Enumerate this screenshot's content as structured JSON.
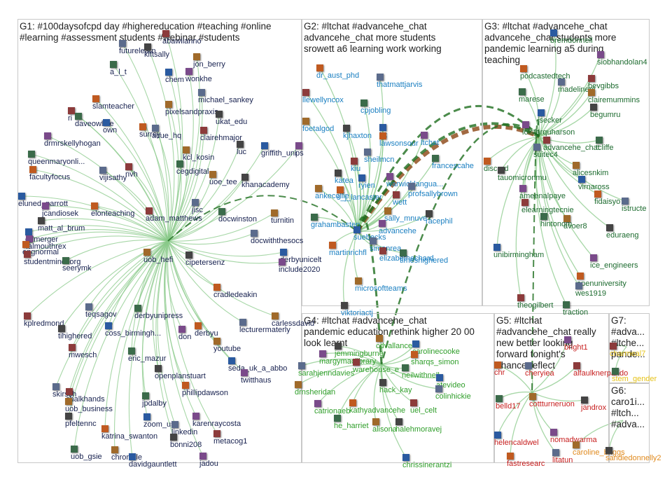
{
  "colors": {
    "g1": "#17214f",
    "g2": "#1a7fc1",
    "g3": "#1d6b2f",
    "g4": "#2f9e2a",
    "g5": "#c71f1f",
    "g6": "#e08a1e",
    "g7": "#e6c31a",
    "edge_light": "#8ac98a",
    "edge_dark": "#1e6e1e"
  },
  "groups": [
    {
      "id": "g1",
      "title": "G1: #100daysofcpd day #highereducation #teaching #online\n#learning #assessment students #webinar #students"
    },
    {
      "id": "g2",
      "title": "G2: #ltchat #advancehe_chat\nadvancehe_chat more students\nsrowett a6 learning work working"
    },
    {
      "id": "g3",
      "title": "G3: #ltchat #advancehe_chat\nadvancehe_chat students more\npandemic learning a5 during\nteaching"
    },
    {
      "id": "g4",
      "title": "G4: #ltchat #advancehe_chat\npandemic education rethink higher 20 00\nlook learnt"
    },
    {
      "id": "g5",
      "title": "G5: #ltchat\n#advancehe_chat really\nnew better looking\nforward tonight's\nchance reflect"
    },
    {
      "id": "g7",
      "title": "G7:\n#adva...\n#ltche...\npande..."
    },
    {
      "id": "g6",
      "title": "G6:\ncaro1i...\n#ltch...\n#adva..."
    }
  ],
  "nodes": [
    {
      "g": "g1",
      "label": "futurelearn"
    },
    {
      "g": "g1",
      "label": "abawiianno"
    },
    {
      "g": "g1",
      "label": "a_l_t"
    },
    {
      "g": "g1",
      "label": "jon_berry"
    },
    {
      "g": "g1",
      "label": "kiftsally"
    },
    {
      "g": "g1",
      "label": "chem"
    },
    {
      "g": "g1",
      "label": "wonkhe"
    },
    {
      "g": "g1",
      "label": "slamteacher"
    },
    {
      "g": "g1",
      "label": "michael_sankey"
    },
    {
      "g": "g1",
      "label": "ri"
    },
    {
      "g": "g1",
      "label": "daveowhite"
    },
    {
      "g": "g1",
      "label": "pixelsandpraxis"
    },
    {
      "g": "g1",
      "label": "ukat_edu"
    },
    {
      "g": "g1",
      "label": "own"
    },
    {
      "g": "g1",
      "label": "drmrskellyhogan"
    },
    {
      "g": "g1",
      "label": "surrey"
    },
    {
      "g": "g1",
      "label": "acue_hq"
    },
    {
      "g": "g1",
      "label": "clairehmajor"
    },
    {
      "g": "g1",
      "label": "queenmaryonli..."
    },
    {
      "g": "g1",
      "label": "kcl_kosin"
    },
    {
      "g": "g1",
      "label": "luc"
    },
    {
      "g": "g1",
      "label": "griffith_uni"
    },
    {
      "g": "g1",
      "label": "ps"
    },
    {
      "g": "g1",
      "label": "facultyfocus"
    },
    {
      "g": "g1",
      "label": "vijisathy"
    },
    {
      "g": "g1",
      "label": "nvh"
    },
    {
      "g": "g1",
      "label": "cegdigital"
    },
    {
      "g": "g1",
      "label": "uoe_tee"
    },
    {
      "g": "g1",
      "label": "khanacademy"
    },
    {
      "g": "g1",
      "label": "eluned_parrott"
    },
    {
      "g": "g1",
      "label": "jcandiosek"
    },
    {
      "g": "g1",
      "label": "elonteaching"
    },
    {
      "g": "g1",
      "label": "jisc"
    },
    {
      "g": "g1",
      "label": "adam_matthews"
    },
    {
      "g": "g1",
      "label": "docwinston"
    },
    {
      "g": "g1",
      "label": "turnitin"
    },
    {
      "g": "g1",
      "label": "matt_al_brum"
    },
    {
      "g": "g1",
      "label": "edmerger"
    },
    {
      "g": "g1",
      "label": "falmouthrex"
    },
    {
      "g": "g1",
      "label": "engnormal"
    },
    {
      "g": "g1",
      "label": "docwiththesocs"
    },
    {
      "g": "g1",
      "label": "studentmindsorg"
    },
    {
      "g": "g1",
      "label": "seerymk"
    },
    {
      "g": "g1",
      "label": "uob_hefi"
    },
    {
      "g": "g1",
      "label": "cipetersenz"
    },
    {
      "g": "g1",
      "label": "derbyunicelt"
    },
    {
      "g": "g1",
      "label": "include2020"
    },
    {
      "g": "g1",
      "label": "cradledeakin"
    },
    {
      "g": "g1",
      "label": "teqsagov"
    },
    {
      "g": "g1",
      "label": "kplredmond"
    },
    {
      "g": "g1",
      "label": "derbyunipress"
    },
    {
      "g": "g1",
      "label": "carlessdavid"
    },
    {
      "g": "g1",
      "label": "tihighered"
    },
    {
      "g": "g1",
      "label": "coss_birmingh..."
    },
    {
      "g": "g1",
      "label": "don"
    },
    {
      "g": "g1",
      "label": "derbyu"
    },
    {
      "g": "g1",
      "label": "lecturermaterly"
    },
    {
      "g": "g1",
      "label": "mwesch"
    },
    {
      "g": "g1",
      "label": "eric_mazur"
    },
    {
      "g": "g1",
      "label": "youtube"
    },
    {
      "g": "g1",
      "label": "openplanstuart"
    },
    {
      "g": "g1",
      "label": "seda_uk_a_abbo"
    },
    {
      "g": "g1",
      "label": "twitthaus"
    },
    {
      "g": "g1",
      "label": "phillipdawson"
    },
    {
      "g": "g1",
      "label": "skirsch"
    },
    {
      "g": "g1",
      "label": "chalkhands"
    },
    {
      "g": "g1",
      "label": "jpdalby"
    },
    {
      "g": "g1",
      "label": "uob_business"
    },
    {
      "g": "g1",
      "label": "pfeltennc"
    },
    {
      "g": "g1",
      "label": "zoom_us"
    },
    {
      "g": "g1",
      "label": "karenraycosta"
    },
    {
      "g": "g1",
      "label": "katrina_swanton"
    },
    {
      "g": "g1",
      "label": "linkedin"
    },
    {
      "g": "g1",
      "label": "metacog1"
    },
    {
      "g": "g1",
      "label": "uob_gsie"
    },
    {
      "g": "g1",
      "label": "chronicle"
    },
    {
      "g": "g1",
      "label": "bonni208"
    },
    {
      "g": "g1",
      "label": "davidgauntlett"
    },
    {
      "g": "g1",
      "label": "jadou"
    },
    {
      "g": "g2",
      "label": "dr_aust_phd"
    },
    {
      "g": "g2",
      "label": "thatmattjarvis"
    },
    {
      "g": "g2",
      "label": "llewellyncox"
    },
    {
      "g": "g2",
      "label": "cpjobling"
    },
    {
      "g": "g2",
      "label": "foetalgod"
    },
    {
      "g": "g2",
      "label": "kjhaxton"
    },
    {
      "g": "g2",
      "label": "lct"
    },
    {
      "g": "g2",
      "label": "ltchat"
    },
    {
      "g": "g2",
      "label": "lawsonsour"
    },
    {
      "g": "g2",
      "label": "sheilmcn"
    },
    {
      "g": "g2",
      "label": "kiu"
    },
    {
      "g": "g2",
      "label": "francescahe"
    },
    {
      "g": "g2",
      "label": "ankecollie"
    },
    {
      "g": "g2",
      "label": "katea"
    },
    {
      "g": "g2",
      "label": "ryien"
    },
    {
      "g": "g2",
      "label": "warwicklangua..."
    },
    {
      "g": "g2",
      "label": "s_j_lancaster"
    },
    {
      "g": "g2",
      "label": "profsallybrown"
    },
    {
      "g": "g2",
      "label": "wett"
    },
    {
      "g": "g2",
      "label": "grahambasten"
    },
    {
      "g": "g2",
      "label": "sally_mnuve"
    },
    {
      "g": "g2",
      "label": "racephil"
    },
    {
      "g": "g2",
      "label": "suebecks"
    },
    {
      "g": "g2",
      "label": "advancehe"
    },
    {
      "g": "g2",
      "label": "martinrichfl"
    },
    {
      "g": "g2",
      "label": "simonrea"
    },
    {
      "g": "g2",
      "label": "elizabethechard"
    },
    {
      "g": "g2",
      "label": "timeshighered"
    },
    {
      "g": "g2",
      "label": "microsoftteams"
    },
    {
      "g": "g2",
      "label": "viktoriactj"
    },
    {
      "g": "g3",
      "label": "bremdonnell"
    },
    {
      "g": "g3",
      "label": "siobhandolan4"
    },
    {
      "g": "g3",
      "label": "podcastedtech"
    },
    {
      "g": "g3",
      "label": "madelinepl"
    },
    {
      "g": "g3",
      "label": "bevgibbs"
    },
    {
      "g": "g3",
      "label": "marese"
    },
    {
      "g": "g3",
      "label": "clairemummins"
    },
    {
      "g": "g3",
      "label": "begumru"
    },
    {
      "g": "g3",
      "label": "jsecker"
    },
    {
      "g": "g3",
      "label": "loisfarquharson"
    },
    {
      "g": "g3",
      "label": "discord"
    },
    {
      "g": "g3",
      "label": "suitec4"
    },
    {
      "g": "g3",
      "label": "advancehe_chat"
    },
    {
      "g": "g3",
      "label": "tcliffe"
    },
    {
      "g": "g3",
      "label": "alicesnkim"
    },
    {
      "g": "g3",
      "label": "tauomicronmu"
    },
    {
      "g": "g3",
      "label": "virnaross"
    },
    {
      "g": "g3",
      "label": "ameenalpaye"
    },
    {
      "g": "g3",
      "label": "fidaisyo"
    },
    {
      "g": "g3",
      "label": "istructe"
    },
    {
      "g": "g3",
      "label": "elearningtecnie"
    },
    {
      "g": "g3",
      "label": "hintondm"
    },
    {
      "g": "g3",
      "label": "avoer8"
    },
    {
      "g": "g3",
      "label": "eduraeng"
    },
    {
      "g": "g3",
      "label": "unibirmingham"
    },
    {
      "g": "g3",
      "label": "ice_engineers"
    },
    {
      "g": "g3",
      "label": "openuniversity"
    },
    {
      "g": "g3",
      "label": "wes1919"
    },
    {
      "g": "g3",
      "label": "theogilbert"
    },
    {
      "g": "g3",
      "label": "traction"
    },
    {
      "g": "g4",
      "label": "cdvallance"
    },
    {
      "g": "g4",
      "label": "jemmingburne"
    },
    {
      "g": "g4",
      "label": "carolinecooke"
    },
    {
      "g": "g4",
      "label": "margymaclibrary"
    },
    {
      "g": "g4",
      "label": "sharqs_simon"
    },
    {
      "g": "g4",
      "label": "sarahjenndavies"
    },
    {
      "g": "g4",
      "label": "warehouse_e"
    },
    {
      "g": "g4",
      "label": "neilwithnell"
    },
    {
      "g": "g4",
      "label": "drnsheridan"
    },
    {
      "g": "g4",
      "label": "hack_kay"
    },
    {
      "g": "g4",
      "label": "atevideo"
    },
    {
      "g": "g4",
      "label": "catrionaeb"
    },
    {
      "g": "g4",
      "label": "kathyadvancehe"
    },
    {
      "g": "g4",
      "label": "colinhickie"
    },
    {
      "g": "g4",
      "label": "uel_celt"
    },
    {
      "g": "g4",
      "label": "he_harriet"
    },
    {
      "g": "g4",
      "label": "alisona"
    },
    {
      "g": "g4",
      "label": "halehmoravej"
    },
    {
      "g": "g4",
      "label": "chrissinerantzi"
    },
    {
      "g": "g5",
      "label": "bright1"
    },
    {
      "g": "g5",
      "label": "chr"
    },
    {
      "g": "g5",
      "label": "cheryiea"
    },
    {
      "g": "g5",
      "label": "alfaulknerpando"
    },
    {
      "g": "g5",
      "label": "belld17"
    },
    {
      "g": "g5",
      "label": "cottturneruon"
    },
    {
      "g": "g5",
      "label": "jandrox"
    },
    {
      "g": "g5",
      "label": "helencaldwel"
    },
    {
      "g": "g5",
      "label": "nomadwarma"
    },
    {
      "g": "g5",
      "label": "fastresearc"
    },
    {
      "g": "g5",
      "label": "litatun"
    },
    {
      "g": "g7",
      "label": "charmeal7"
    },
    {
      "g": "g7",
      "label": "stem_gender"
    },
    {
      "g": "g6",
      "label": "caroline_briggs"
    },
    {
      "g": "g6",
      "label": "sandiedonnelly2"
    }
  ]
}
